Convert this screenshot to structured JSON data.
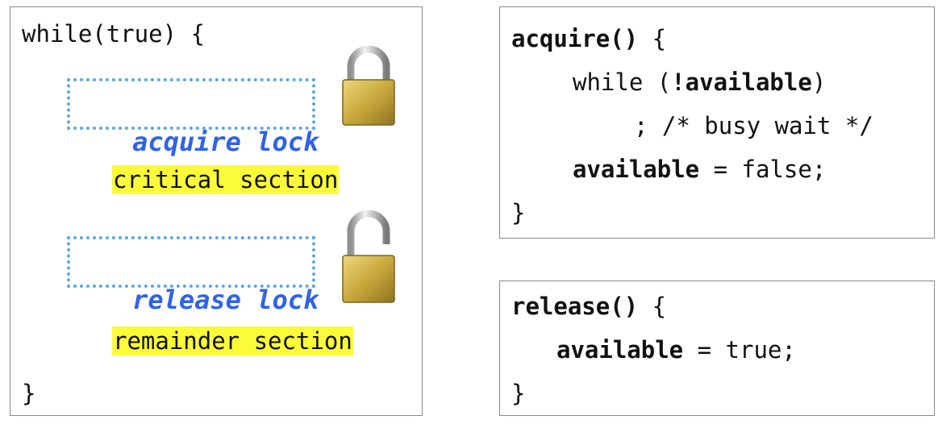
{
  "loop": {
    "open": "while(true) {",
    "acquire_label": "acquire lock",
    "critical": "critical section",
    "release_label": "release lock",
    "remainder": "remainder section",
    "close": "}"
  },
  "acquire_fn": {
    "signature": "acquire()",
    "brace_open": " {",
    "while_kw": "while (",
    "not_available": "!available",
    "while_close": ")",
    "busy_wait": "; /* busy wait */",
    "assign_var": "available",
    "assign_rest": " = false;",
    "brace_close": "}"
  },
  "release_fn": {
    "signature": "release()",
    "brace_open": " {",
    "assign_var": "available",
    "assign_rest": " = true;",
    "brace_close": "}"
  },
  "icons": {
    "closed_lock": "padlock-closed-icon",
    "open_lock": "padlock-open-icon"
  },
  "colors": {
    "highlight": "#fbfb3a",
    "lock_label_text": "#2f63e6",
    "lock_label_border": "#5aa8e6",
    "padlock_brass": "#c9a93e"
  }
}
